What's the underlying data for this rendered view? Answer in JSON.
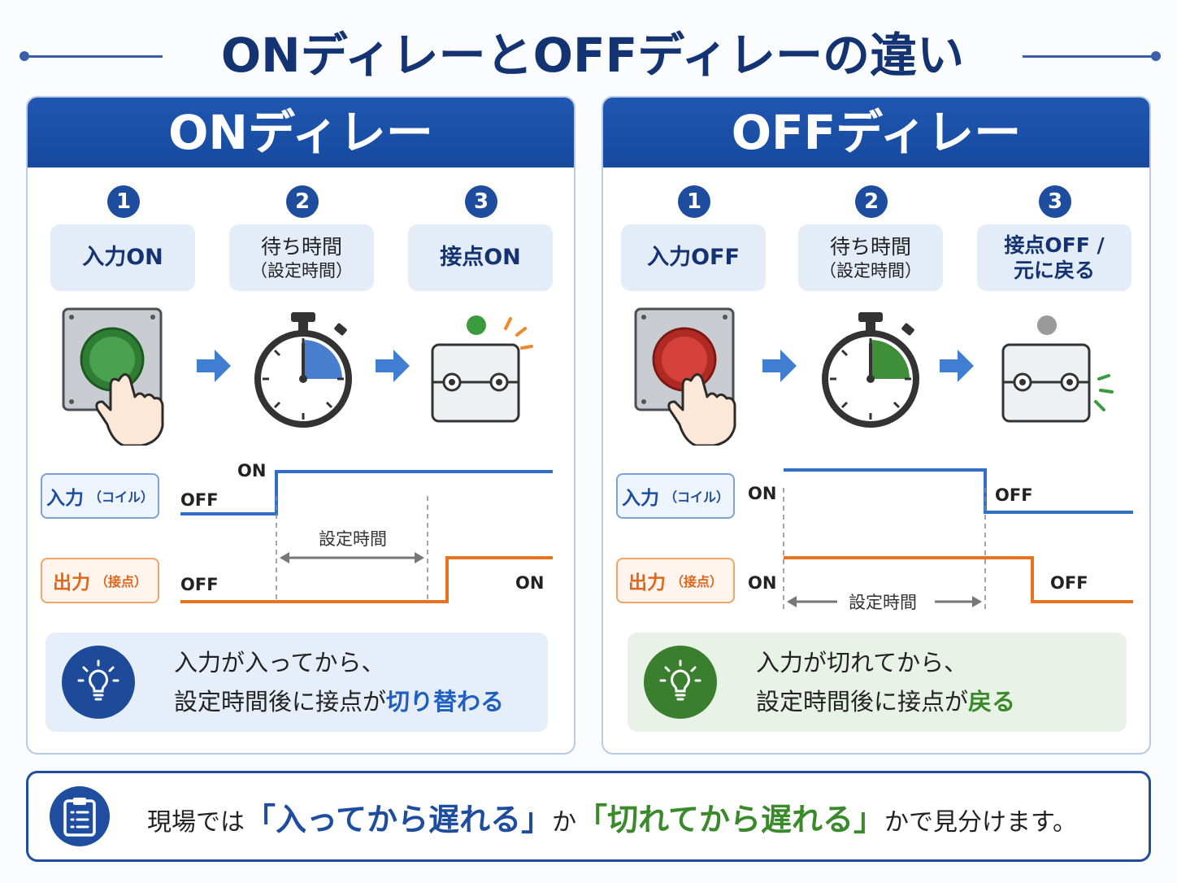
{
  "title": "ONディレーとOFFディレーの違い",
  "on_delay": {
    "header": "ONディレー",
    "steps": [
      {
        "num": "1",
        "label": "入力ON"
      },
      {
        "num": "2",
        "label": "待ち時間",
        "sub": "（設定時間）"
      },
      {
        "num": "3",
        "label": "接点ON"
      }
    ],
    "icons": [
      "push-button-green-icon",
      "stopwatch-icon",
      "contact-on-icon"
    ],
    "input_label": "入力",
    "input_sub": "（コイル）",
    "output_label": "出力",
    "output_sub": "（接点）",
    "input_off": "OFF",
    "input_on": "ON",
    "output_off": "OFF",
    "output_on": "ON",
    "interval_label": "設定時間",
    "note_line1": "入力が入ってから、",
    "note_line2_prefix": "設定時間後に接点が",
    "note_line2_highlight": "切り替わる",
    "colors": {
      "header": "#1f56b0",
      "accent": "#2f6fc7",
      "output": "#e8731f"
    }
  },
  "off_delay": {
    "header": "OFFディレー",
    "steps": [
      {
        "num": "1",
        "label": "入力OFF"
      },
      {
        "num": "2",
        "label": "待ち時間",
        "sub": "（設定時間）"
      },
      {
        "num": "3",
        "label": "接点OFF /",
        "sub": "元に戻る"
      }
    ],
    "icons": [
      "push-button-red-icon",
      "stopwatch-icon",
      "contact-off-icon"
    ],
    "input_label": "入力",
    "input_sub": "（コイル）",
    "output_label": "出力",
    "output_sub": "（接点）",
    "input_on": "ON",
    "input_off": "OFF",
    "output_on": "ON",
    "output_off": "OFF",
    "interval_label": "設定時間",
    "note_line1": "入力が切れてから、",
    "note_line2_prefix": "設定時間後に接点が",
    "note_line2_highlight": "戻る",
    "colors": {
      "header": "#1f56b0",
      "accent": "#3a8a2c",
      "output": "#e8731f"
    }
  },
  "bottom": {
    "prefix": "現場では",
    "quote1": "「入ってから遅れる」",
    "middle": "か",
    "quote2": "「切れてから遅れる」",
    "suffix": "かで見分けます。"
  }
}
